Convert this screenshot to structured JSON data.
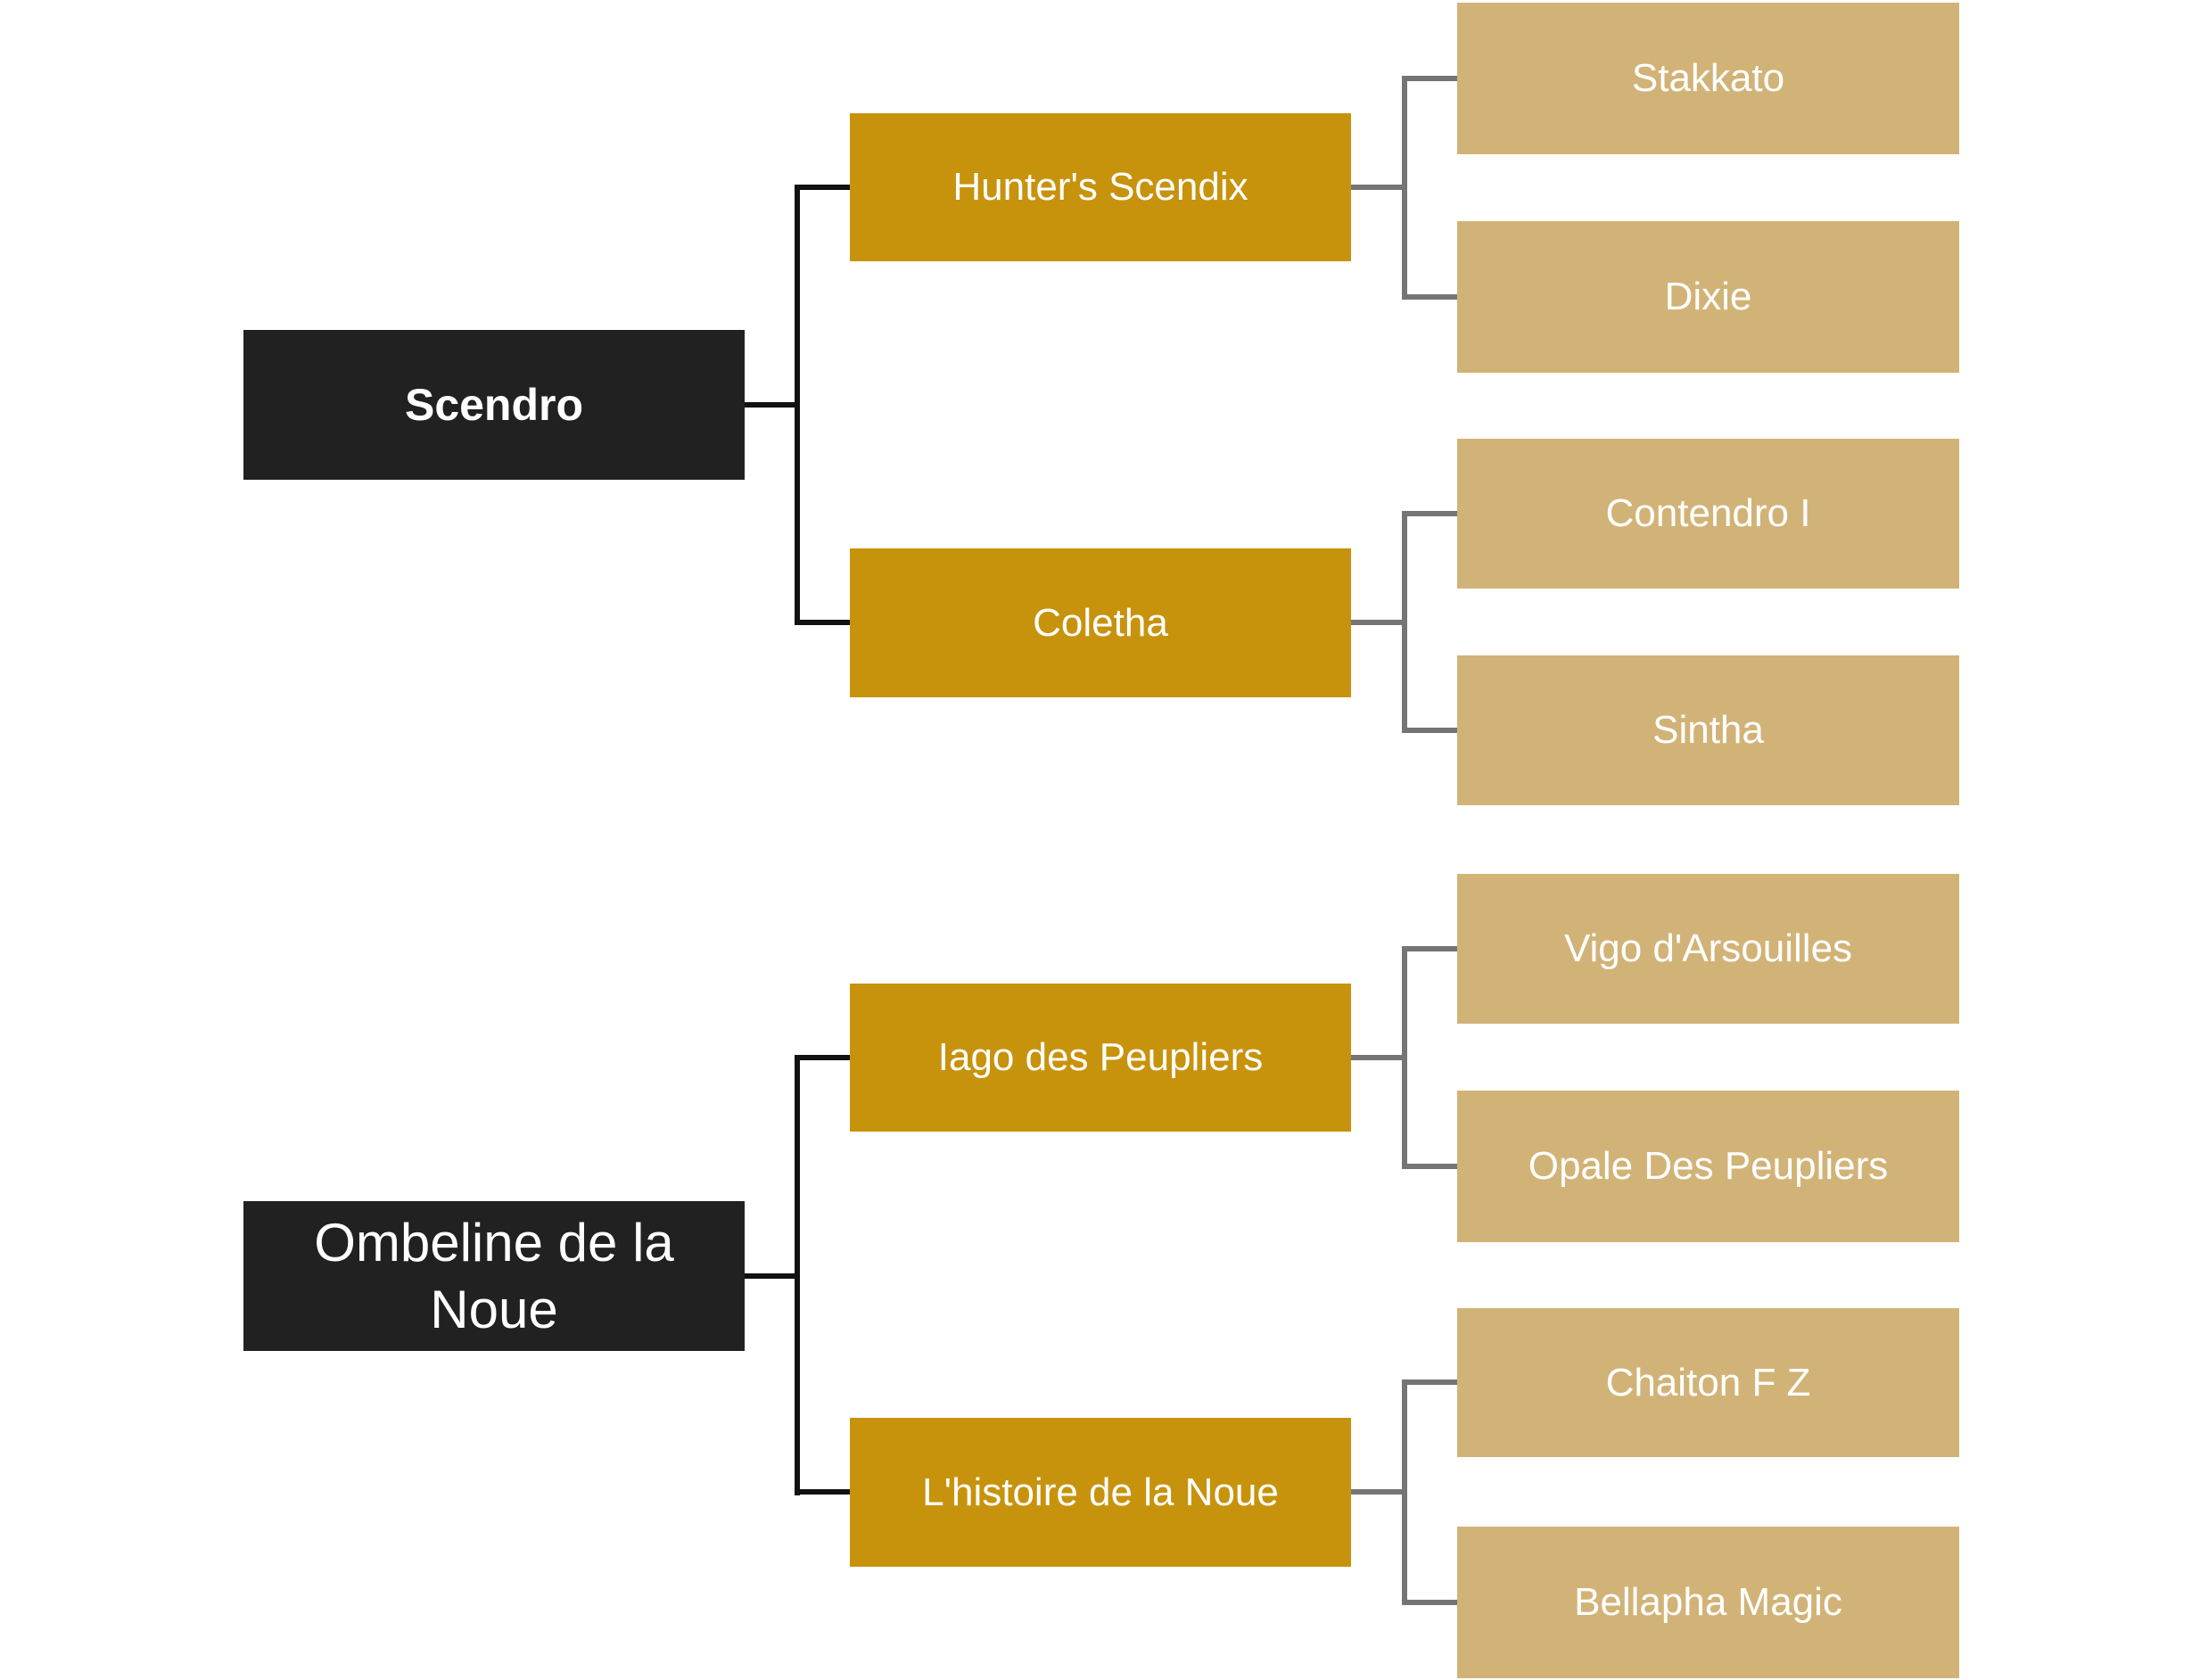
{
  "diagram": {
    "type": "pedigree-tree",
    "orientation": "left-to-right",
    "generations": [
      "subject",
      "parents",
      "grandparents"
    ]
  },
  "colors": {
    "background_color": "#ffffff",
    "root_box_color": "#212121",
    "parent_box_color": "#C7930D",
    "grandparent_box_color": "#D2B377",
    "connector_dark_color": "#111111",
    "connector_gray_color": "#757575",
    "text_color": "#ffffff"
  },
  "families": [
    {
      "root": {
        "label": "Scendro"
      },
      "parents": [
        {
          "label": "Hunter's Scendix",
          "grandparents": [
            {
              "label": "Stakkato"
            },
            {
              "label": "Dixie"
            }
          ]
        },
        {
          "label": "Coletha",
          "grandparents": [
            {
              "label": "Contendro I"
            },
            {
              "label": "Sintha"
            }
          ]
        }
      ]
    },
    {
      "root": {
        "label": "Ombeline de la Noue"
      },
      "parents": [
        {
          "label": "Iago des Peupliers",
          "grandparents": [
            {
              "label": "Vigo d'Arsouilles"
            },
            {
              "label": "Opale Des Peupliers"
            }
          ]
        },
        {
          "label": "L'histoire de la Noue",
          "grandparents": [
            {
              "label": "Chaiton F Z"
            },
            {
              "label": "Bellapha Magic"
            }
          ]
        }
      ]
    }
  ]
}
